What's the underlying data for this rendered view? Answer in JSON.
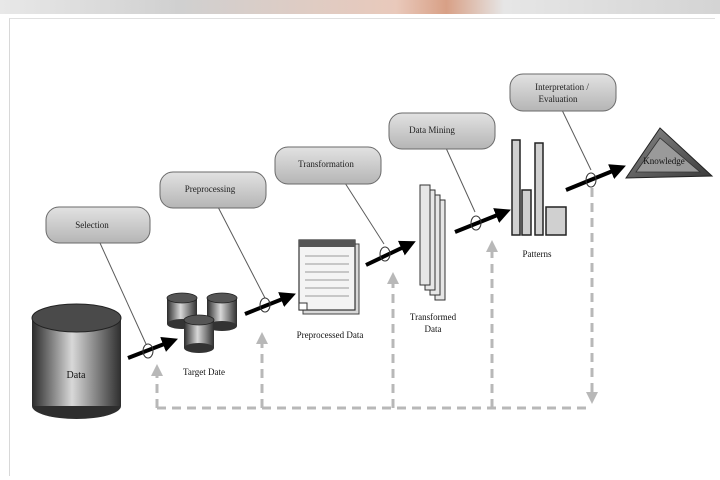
{
  "diagram": {
    "stage_labels": {
      "selection": "Selection",
      "preprocessing": "Preprocessing",
      "transformation": "Transformation",
      "data_mining": "Data Mining",
      "interpretation_line1": "Interpretation /",
      "interpretation_line2": "Evaluation"
    },
    "artifact_labels": {
      "data": "Data",
      "target_data": "Target Date",
      "preprocessed_data": "Preprocessed Data",
      "transformed_data_line1": "Transformed",
      "transformed_data_line2": "Data",
      "patterns": "Patterns",
      "knowledge": "Knowledge"
    },
    "colors": {
      "pill_fill": "#c8c8c8",
      "pill_stroke": "#6a6a6a",
      "arrow": "#000000",
      "feedback": "#b8b8b8",
      "cylinder_dark": "#3a3a3a",
      "cylinder_light": "#d4d4d4",
      "top_strip": "#d9a28a"
    }
  }
}
